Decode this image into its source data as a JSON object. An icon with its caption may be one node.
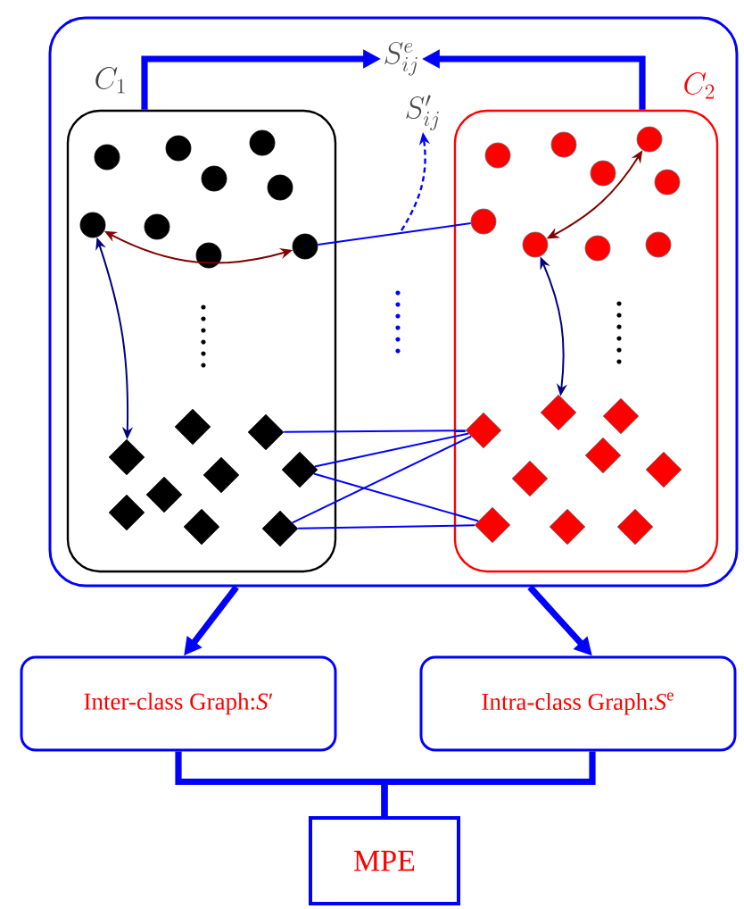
{
  "diagram": {
    "nodes": [
      {
        "text": [],
        "shape": "box"
      },
      {
        "text": [
          "C_1"
        ],
        "in": 0
      },
      {
        "text": [
          "C_2"
        ],
        "in": 0
      },
      {
        "text": [
          "S^{e}_{ij}"
        ],
        "in": 0
      },
      {
        "text": [
          "S'_{ij}"
        ],
        "in": 0
      },
      {
        "text": [],
        "shape": "circle",
        "in": 1
      },
      {
        "text": [],
        "shape": "circle",
        "in": 1
      },
      {
        "text": [],
        "shape": "circle",
        "in": 1
      },
      {
        "text": [],
        "shape": "circle",
        "in": 1
      },
      {
        "text": [],
        "shape": "circle",
        "in": 1
      },
      {
        "text": [],
        "shape": "circle",
        "in": 1
      },
      {
        "text": [],
        "shape": "circle",
        "in": 1
      },
      {
        "text": [],
        "shape": "circle",
        "in": 1
      },
      {
        "text": [],
        "shape": "circle",
        "in": 1
      },
      {
        "text": [],
        "shape": "diamond",
        "in": 1
      },
      {
        "text": [],
        "shape": "diamond",
        "in": 1
      },
      {
        "text": [],
        "shape": "diamond",
        "in": 1
      },
      {
        "text": [],
        "shape": "diamond",
        "in": 1
      },
      {
        "text": [],
        "shape": "diamond",
        "in": 1
      },
      {
        "text": [],
        "shape": "diamond",
        "in": 1
      },
      {
        "text": [],
        "shape": "diamond",
        "in": 1
      },
      {
        "text": [],
        "shape": "diamond",
        "in": 1
      },
      {
        "text": [],
        "shape": "diamond",
        "in": 1
      },
      {
        "text": [],
        "shape": "circle",
        "in": 2
      },
      {
        "text": [],
        "shape": "circle",
        "in": 2
      },
      {
        "text": [],
        "shape": "circle",
        "in": 2
      },
      {
        "text": [],
        "shape": "circle",
        "in": 2
      },
      {
        "text": [],
        "shape": "circle",
        "in": 2
      },
      {
        "text": [],
        "shape": "circle",
        "in": 2
      },
      {
        "text": [],
        "shape": "circle",
        "in": 2
      },
      {
        "text": [],
        "shape": "circle",
        "in": 2
      },
      {
        "text": [],
        "shape": "circle",
        "in": 2
      },
      {
        "text": [],
        "shape": "diamond",
        "in": 2
      },
      {
        "text": [],
        "shape": "diamond",
        "in": 2
      },
      {
        "text": [],
        "shape": "diamond",
        "in": 2
      },
      {
        "text": [],
        "shape": "diamond",
        "in": 2
      },
      {
        "text": [],
        "shape": "diamond",
        "in": 2
      },
      {
        "text": [],
        "shape": "diamond",
        "in": 2
      },
      {
        "text": [],
        "shape": "diamond",
        "in": 2
      },
      {
        "text": [],
        "shape": "diamond",
        "in": 2
      },
      {
        "text": [],
        "shape": "diamond",
        "in": 2
      },
      {
        "text": [
          "Inter-class Graph:*S*′"
        ]
      },
      {
        "text": [
          "Intra-class Graph:*S*$^{e}$"
        ]
      },
      {
        "text": [
          "MPE"
        ]
      }
    ],
    "edges": [
      {
        "from": 1,
        "to": 3,
        "arrow": "to",
        "style": "thick"
      },
      {
        "from": 2,
        "to": 3,
        "arrow": "to",
        "style": "thick"
      },
      {
        "from": null,
        "to": 4,
        "arrow": "to",
        "style": "dashed"
      },
      {
        "from": 13,
        "to": 28,
        "arrow": "none"
      },
      {
        "from": 10,
        "to": 13,
        "arrow": "both",
        "color": "#800000"
      },
      {
        "from": 10,
        "to": 16,
        "arrow": "both",
        "color": "#000080"
      },
      {
        "from": 29,
        "to": 25,
        "arrow": "both",
        "color": "#800000"
      },
      {
        "from": 29,
        "to": 32,
        "arrow": "both",
        "color": "#000080"
      },
      {
        "from": 15,
        "to": 34,
        "arrow": "none"
      },
      {
        "from": 17,
        "to": 34,
        "arrow": "none"
      },
      {
        "from": 17,
        "to": 38,
        "arrow": "none"
      },
      {
        "from": 22,
        "to": 34,
        "arrow": "none"
      },
      {
        "from": 22,
        "to": 38,
        "arrow": "none"
      },
      {
        "from": 0,
        "to": 41,
        "arrow": "to",
        "style": "thick"
      },
      {
        "from": 0,
        "to": 42,
        "arrow": "to",
        "style": "thick"
      },
      {
        "from": 41,
        "to": 43,
        "arrow": "none",
        "style": "thick"
      },
      {
        "from": 42,
        "to": 43,
        "arrow": "none",
        "style": "thick"
      }
    ]
  }
}
